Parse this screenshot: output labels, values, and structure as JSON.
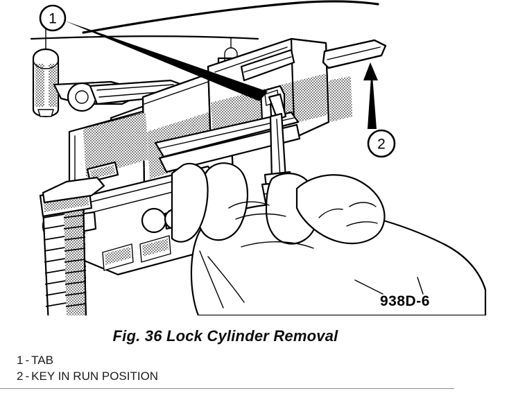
{
  "figure": {
    "caption": "Fig. 36 Lock Cylinder Removal",
    "part_number": "938D-6",
    "illustration_name": "lock-cylinder-removal-line-drawing",
    "description_items": [
      "steering column shroud",
      "ignition lock cylinder housing",
      "release tab",
      "flat-blade screwdriver",
      "hand gripping screwdriver",
      "ignition key in run position",
      "multi-function switch",
      "corrugated boot"
    ]
  },
  "callouts": [
    {
      "id": "1",
      "label": "1",
      "target": "tab"
    },
    {
      "id": "2",
      "label": "2",
      "target": "key-in-run-position"
    }
  ],
  "legend": {
    "items": [
      {
        "number": "1",
        "dash": "-",
        "label": "TAB"
      },
      {
        "number": "2",
        "dash": "-",
        "label": "KEY IN RUN POSITION"
      }
    ]
  },
  "colors": {
    "background": "#ffffff",
    "ink": "#000000",
    "shading": "#9a9a9a",
    "rule": "#8a8a8a",
    "caption_text": "#0d0d0d",
    "legend_text": "#1a1a1a"
  }
}
